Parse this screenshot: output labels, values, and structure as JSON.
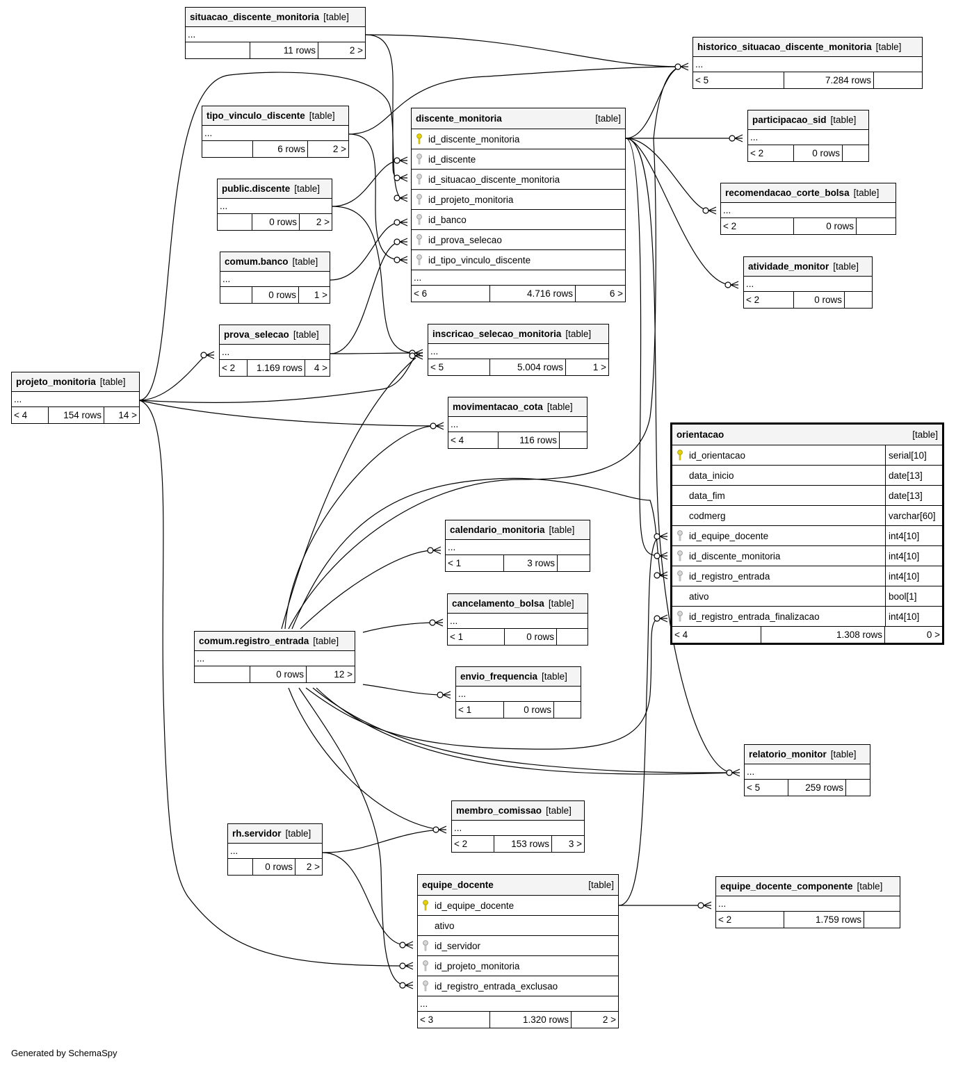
{
  "generated_by": "Generated by SchemaSpy",
  "labels": {
    "table": "[table]",
    "ellipsis": "..."
  },
  "colors": {
    "pk_key": "#e6d200",
    "fk_key": "#a8a8a8",
    "header_bg": "#f4f4f4",
    "line": "#000000"
  },
  "tables": {
    "situacao_discente_monitoria": {
      "name": "situacao_discente_monitoria",
      "parents": "",
      "rows": "11 rows",
      "children": "2 >"
    },
    "historico_situacao_discente_monitoria": {
      "name": "historico_situacao_discente_monitoria",
      "parents": "< 5",
      "rows": "7.284 rows",
      "children": ""
    },
    "tipo_vinculo_discente": {
      "name": "tipo_vinculo_discente",
      "parents": "",
      "rows": "6 rows",
      "children": "2 >"
    },
    "discente_monitoria": {
      "name": "discente_monitoria",
      "parents": "< 6",
      "rows": "4.716 rows",
      "children": "6 >",
      "columns": [
        "id_discente_monitoria",
        "id_discente",
        "id_situacao_discente_monitoria",
        "id_projeto_monitoria",
        "id_banco",
        "id_prova_selecao",
        "id_tipo_vinculo_discente"
      ]
    },
    "participacao_sid": {
      "name": "participacao_sid",
      "parents": "< 2",
      "rows": "0 rows",
      "children": ""
    },
    "public_discente": {
      "name": "public.discente",
      "parents": "",
      "rows": "0 rows",
      "children": "2 >"
    },
    "recomendacao_corte_bolsa": {
      "name": "recomendacao_corte_bolsa",
      "parents": "< 2",
      "rows": "0 rows",
      "children": ""
    },
    "comum_banco": {
      "name": "comum.banco",
      "parents": "",
      "rows": "0 rows",
      "children": "1 >"
    },
    "atividade_monitor": {
      "name": "atividade_monitor",
      "parents": "< 2",
      "rows": "0 rows",
      "children": ""
    },
    "prova_selecao": {
      "name": "prova_selecao",
      "parents": "< 2",
      "rows": "1.169 rows",
      "children": "4 >"
    },
    "inscricao_selecao_monitoria": {
      "name": "inscricao_selecao_monitoria",
      "parents": "< 5",
      "rows": "5.004 rows",
      "children": "1 >"
    },
    "projeto_monitoria": {
      "name": "projeto_monitoria",
      "parents": "< 4",
      "rows": "154 rows",
      "children": "14 >"
    },
    "movimentacao_cota": {
      "name": "movimentacao_cota",
      "parents": "< 4",
      "rows": "116 rows",
      "children": ""
    },
    "orientacao": {
      "name": "orientacao",
      "parents": "< 4",
      "rows": "1.308 rows",
      "children": "0 >",
      "columns": [
        {
          "name": "id_orientacao",
          "type": "serial[10]"
        },
        {
          "name": "data_inicio",
          "type": "date[13]"
        },
        {
          "name": "data_fim",
          "type": "date[13]"
        },
        {
          "name": "codmerg",
          "type": "varchar[60]"
        },
        {
          "name": "id_equipe_docente",
          "type": "int4[10]"
        },
        {
          "name": "id_discente_monitoria",
          "type": "int4[10]"
        },
        {
          "name": "id_registro_entrada",
          "type": "int4[10]"
        },
        {
          "name": "ativo",
          "type": "bool[1]"
        },
        {
          "name": "id_registro_entrada_finalizacao",
          "type": "int4[10]"
        }
      ]
    },
    "calendario_monitoria": {
      "name": "calendario_monitoria",
      "parents": "< 1",
      "rows": "3 rows",
      "children": ""
    },
    "cancelamento_bolsa": {
      "name": "cancelamento_bolsa",
      "parents": "< 1",
      "rows": "0 rows",
      "children": ""
    },
    "comum_registro_entrada": {
      "name": "comum.registro_entrada",
      "parents": "",
      "rows": "0 rows",
      "children": "12 >"
    },
    "envio_frequencia": {
      "name": "envio_frequencia",
      "parents": "< 1",
      "rows": "0 rows",
      "children": ""
    },
    "relatorio_monitor": {
      "name": "relatorio_monitor",
      "parents": "< 5",
      "rows": "259 rows",
      "children": ""
    },
    "membro_comissao": {
      "name": "membro_comissao",
      "parents": "< 2",
      "rows": "153 rows",
      "children": "3 >"
    },
    "rh_servidor": {
      "name": "rh.servidor",
      "parents": "",
      "rows": "0 rows",
      "children": "2 >"
    },
    "equipe_docente": {
      "name": "equipe_docente",
      "parents": "< 3",
      "rows": "1.320 rows",
      "children": "2 >",
      "columns": [
        "id_equipe_docente",
        "ativo",
        "id_servidor",
        "id_projeto_monitoria",
        "id_registro_entrada_exclusao"
      ]
    },
    "equipe_docente_componente": {
      "name": "equipe_docente_componente",
      "parents": "< 2",
      "rows": "1.759 rows",
      "children": ""
    }
  }
}
